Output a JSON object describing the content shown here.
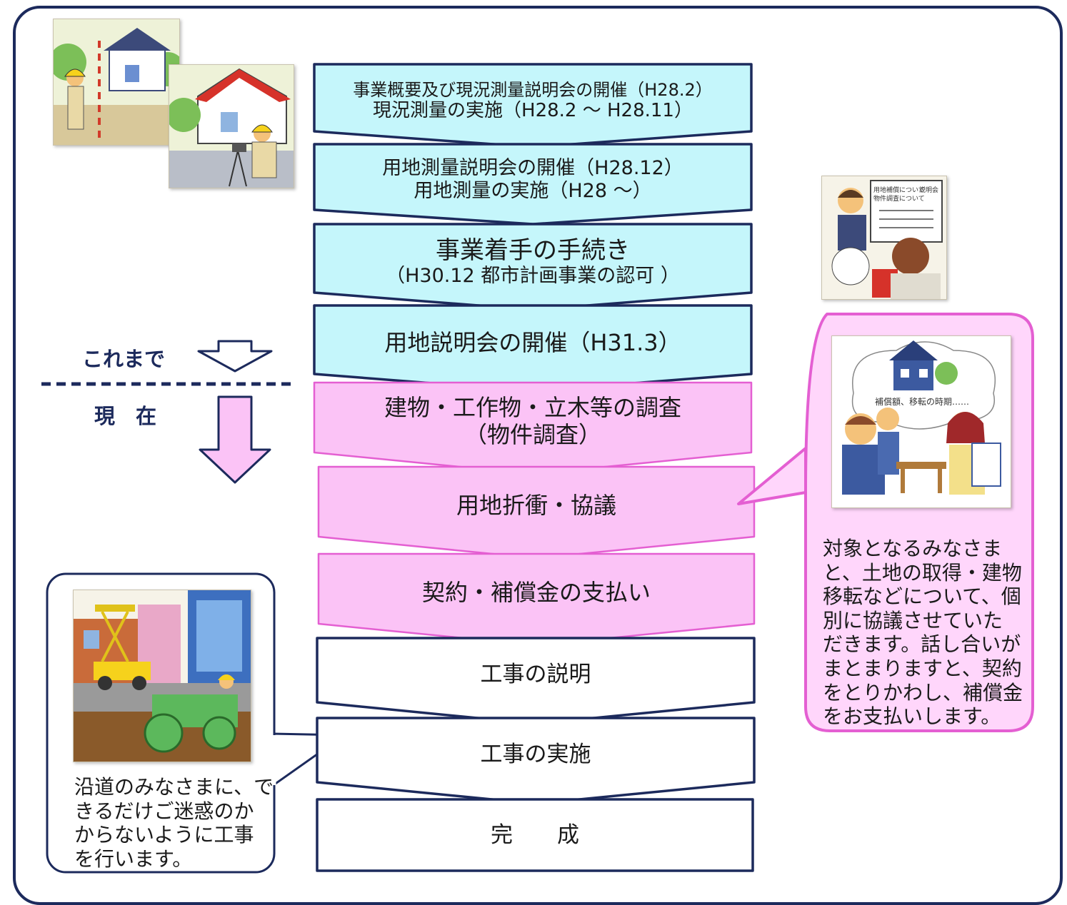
{
  "steps": [
    {
      "lines": [
        "事業概要及び現況測量説明会の開催（H28.2）",
        "現況測量の実施（H28.2 ～ H28.11）"
      ],
      "color": "#c5f6fb"
    },
    {
      "lines": [
        "用地測量説明会の開催（H28.12）",
        "用地測量の実施（H28 ～）"
      ],
      "color": "#c5f6fb"
    },
    {
      "lines": [
        "事業着手の手続き",
        "（H30.12 都市計画事業の認可 ）"
      ],
      "color": "#c5f6fb"
    },
    {
      "lines": [
        "用地説明会の開催（H31.3）"
      ],
      "color": "#c5f6fb"
    },
    {
      "lines": [
        "建物・工作物・立木等の調査",
        "（物件調査）"
      ],
      "color": "#fbc3f6"
    },
    {
      "lines": [
        "用地折衝・協議"
      ],
      "color": "#fbc3f6"
    },
    {
      "lines": [
        "契約・補償金の支払い"
      ],
      "color": "#fbc3f6"
    },
    {
      "lines": [
        "工事の説明"
      ],
      "color": "#ffffff"
    },
    {
      "lines": [
        "工事の実施"
      ],
      "color": "#ffffff"
    },
    {
      "lines": [
        "完　　成"
      ],
      "color": "#ffffff"
    }
  ],
  "markers": {
    "until_now": "これまで",
    "present": "現　在"
  },
  "callouts": {
    "negotiation": {
      "lines": [
        "対象となるみなさま",
        "と、土地の取得・建物",
        "移転などについて、個",
        "別に協議させていた",
        "だきます。話し合いが",
        "まとまりますと、契約",
        "をとりかわし、補償金",
        "をお支払いします。"
      ]
    },
    "construction": {
      "lines": [
        "沿道のみなさまに、で",
        "きるだけご迷惑のか",
        "からないように工事",
        "を行います。"
      ]
    }
  },
  "illustration_text": {
    "whiteboard": [
      "用地補償について",
      "物件調査について",
      "説明会"
    ],
    "thought": "補償額、移転の時期……"
  },
  "colors": {
    "navy": "#1c2a5c",
    "cyan_fill": "#c5f6fb",
    "pink_fill": "#fbc3f6",
    "pink_border": "#e45fd2",
    "callout_fill": "#ffd6fb"
  }
}
